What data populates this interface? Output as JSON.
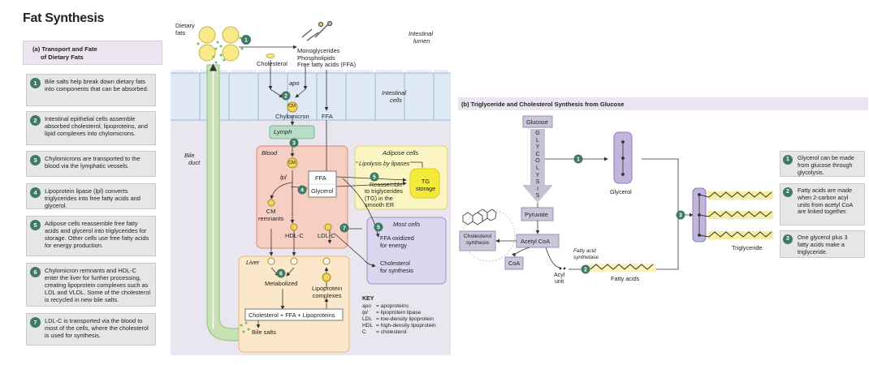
{
  "title": "Fat Synthesis",
  "panel_a": {
    "heading_line1": "(a) Transport and Fate",
    "heading_line2": "of Dietary Fats",
    "steps": [
      {
        "n": "1",
        "text": "Bile salts help break down dietary fats into components that can be absorbed."
      },
      {
        "n": "2",
        "text": "Intestinal epithelial cells assemble absorbed cholesterol, lipoproteins, and lipid complexes into chylomicrons."
      },
      {
        "n": "3",
        "text": "Chylomicrons are transported to the blood via the lymphatic vessels."
      },
      {
        "n": "4",
        "text": "Lipoprotein lipase (lpl) converts triglycerides into free fatty acids and glycerol."
      },
      {
        "n": "5",
        "text": "Adipose cells reassemble free fatty acids and glycerol into triglycerides for storage. Other cells use free fatty acids for energy production."
      },
      {
        "n": "6",
        "text": "Chylomicron remnants and HDL-C enter the liver for further processing, creating lipoprotein complexes such as LDL and VLDL. Some of the cholesterol is recycled in new bile salts."
      },
      {
        "n": "7",
        "text": "LDL-C is transported via the blood to most of the cells, where the cholesterol is used for synthesis."
      }
    ]
  },
  "diagram_a": {
    "dietary_fats_1": "Dietary",
    "dietary_fats_2": "fats",
    "cholesterol": "Cholesterol",
    "mono": "Monoglycerides",
    "phospho": "Phospholipids",
    "ffa_free": "Free fatty acids (FFA)",
    "lumen_1": "Intestinal",
    "lumen_2": "lumen",
    "apo": "apo",
    "cm": "CM",
    "chylomicron": "Chylomicron",
    "ffa": "FFA",
    "intestinal_cells_1": "Intestinal",
    "intestinal_cells_2": "cells",
    "lymph": "Lymph",
    "bile_duct_1": "Bile",
    "bile_duct_2": "duct",
    "blood": "Blood",
    "lpl": "lpl",
    "glycerol": "Glycerol",
    "cm_remnants_1": "CM",
    "cm_remnants_2": "remnants",
    "hdl_c": "HDL-C",
    "ldl_c": "LDL-C",
    "adipose": "Adipose cells",
    "lipolysis": "Lipolysis by lipases",
    "reassemble_1": "Reassemble",
    "reassemble_2": "to triglycerides",
    "reassemble_3": "(TG) in the",
    "reassemble_4": "smooth ER",
    "tg_storage_1": "TG",
    "tg_storage_2": "storage",
    "most_cells": "Most cells",
    "ffa_oxidized_1": "FFA oxidized",
    "ffa_oxidized_2": "for energy",
    "chol_synth_1": "Cholesterol",
    "chol_synth_2": "for synthesis",
    "liver": "Liver",
    "metabolized": "Metabolized",
    "lipoprotein_1": "Lipoprotein",
    "lipoprotein_2": "complexes",
    "chol_ffa_lipo": "Cholesterol + FFA + Lipoproteins",
    "bile_salts": "Bile salts",
    "key_title": "KEY",
    "key": [
      {
        "abbr": "apo",
        "def": "= apoproteins"
      },
      {
        "abbr": "lpl",
        "def": "= lipoprotein lipase"
      },
      {
        "abbr": "LDL",
        "def": "= low-density lipoprotein"
      },
      {
        "abbr": "HDL",
        "def": "= high-density lipoprotein"
      },
      {
        "abbr": "C",
        "def": "= cholesterol"
      }
    ]
  },
  "panel_b": {
    "heading": "(b) Triglyceride and Cholesterol Synthesis from Glucose",
    "glucose": "Glucose",
    "glycolysis": [
      "G",
      "L",
      "Y",
      "C",
      "O",
      "L",
      "Y",
      "S",
      "I",
      "S"
    ],
    "glycerol": "Glycerol",
    "pyruvate": "Pyruvate",
    "acetyl_coa": "Acetyl CoA",
    "cholesterol_synthesis_1": "Cholesterol",
    "cholesterol_synthesis_2": "synthesis",
    "coa": "CoA",
    "acyl_1": "Acyl",
    "acyl_2": "unit",
    "fatty_synth_1": "Fatty acid",
    "fatty_synth_2": "synthetase",
    "fatty_acids": "Fatty acids",
    "triglyceride": "Triglyceride",
    "steps": [
      {
        "n": "1",
        "text": "Glycerol can be made from glucose through glycolysis."
      },
      {
        "n": "2",
        "text": "Fatty acids are made when 2-carbon acyl units from acetyl CoA are linked together."
      },
      {
        "n": "3",
        "text": "One glycerol plus 3 fatty acids make a triglyceride."
      }
    ]
  }
}
